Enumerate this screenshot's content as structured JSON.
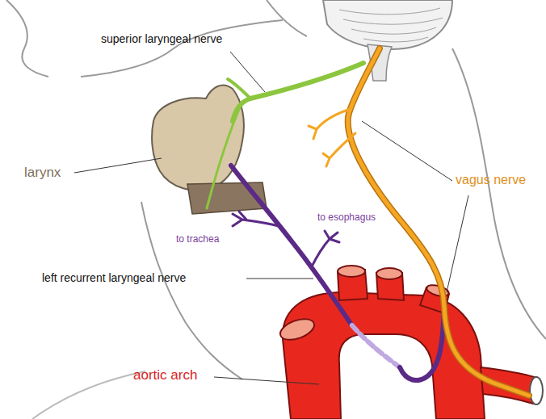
{
  "diagram": {
    "labels": [
      "superior laryngeal nerve",
      "larynx",
      "vagus nerve",
      "to esophagus",
      "to trachea",
      "left recurrent laryngeal nerve",
      "aortic arch"
    ]
  }
}
